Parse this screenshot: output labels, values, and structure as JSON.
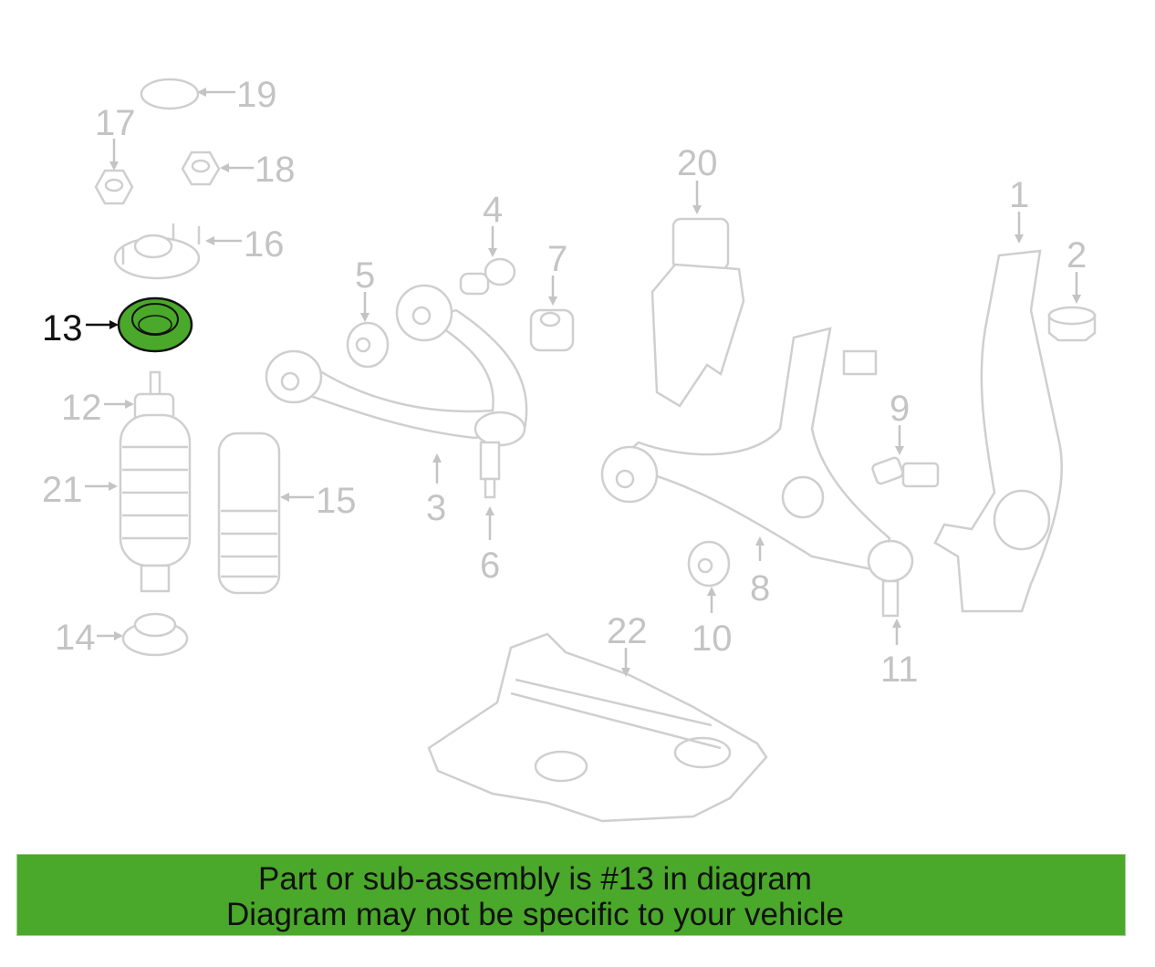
{
  "diagram": {
    "highlight_part": "13",
    "highlight_color": "#4aa82a",
    "callouts": [
      "19",
      "17",
      "18",
      "16",
      "13",
      "12",
      "21",
      "15",
      "14",
      "5",
      "4",
      "7",
      "3",
      "6",
      "20",
      "1",
      "2",
      "9",
      "8",
      "10",
      "11",
      "22"
    ]
  },
  "banner": {
    "line1": "Part or sub-assembly is #13 in diagram",
    "line2": "Diagram may not be specific to your vehicle",
    "color": "#4aa82a"
  }
}
